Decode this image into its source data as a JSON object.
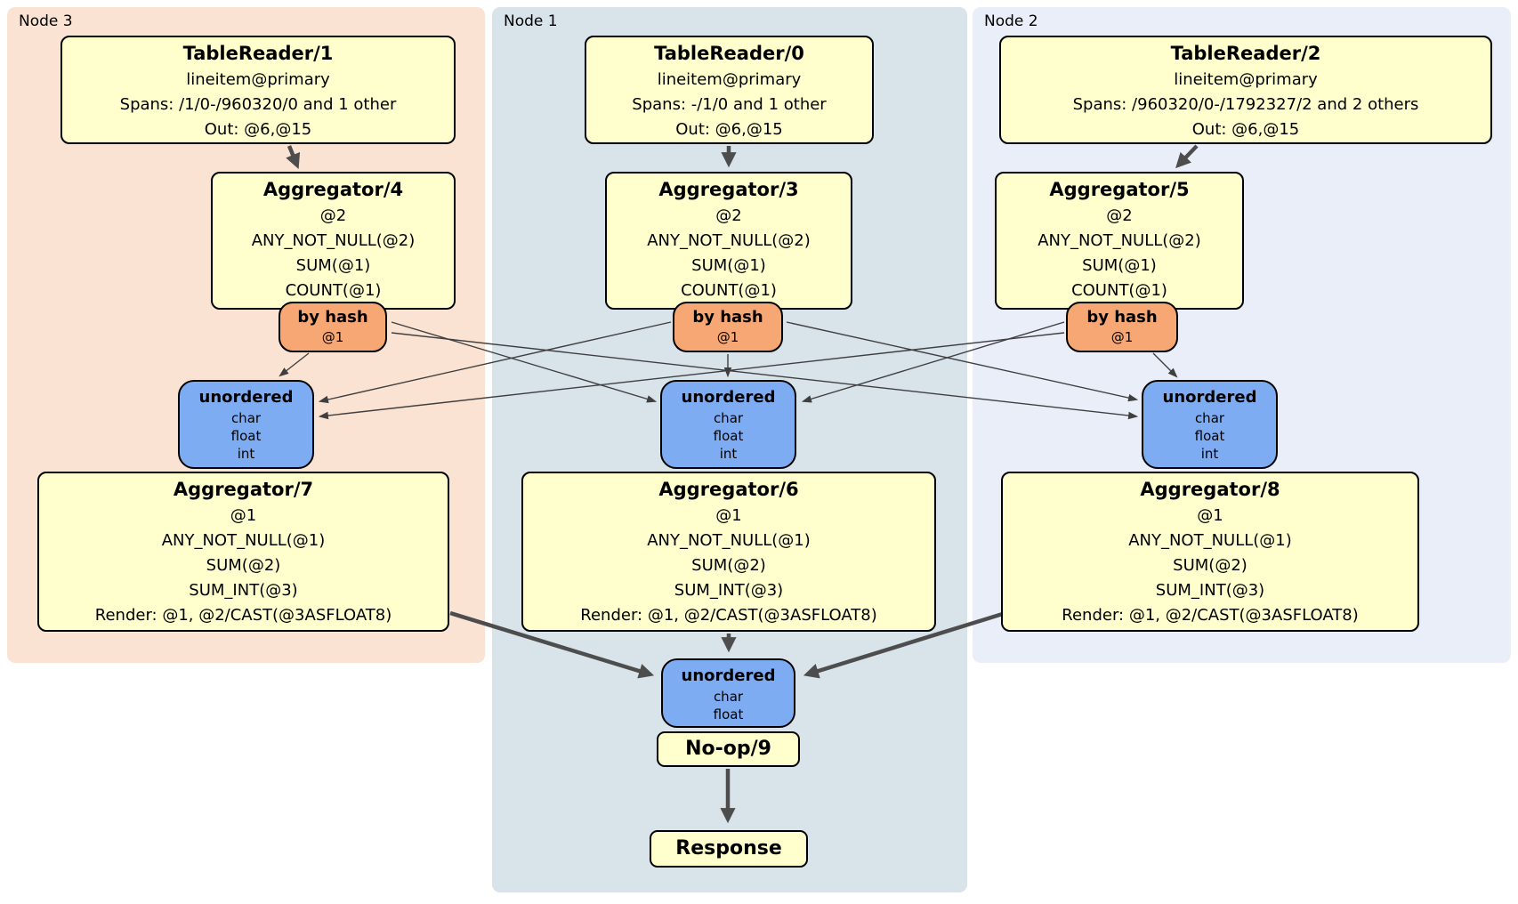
{
  "colors": {
    "node3_bg": "#fbe3d3",
    "node1_bg": "#d8e3ea",
    "node2_bg": "#eaeef9",
    "processor_box": "#ffffce",
    "router_box": "#f7a774",
    "sync_box": "#7eacf2",
    "edge": "#4d4d4d"
  },
  "regions": {
    "node3": {
      "label": "Node 3"
    },
    "node1": {
      "label": "Node 1"
    },
    "node2": {
      "label": "Node 2"
    }
  },
  "boxes": {
    "tr1": {
      "title": "TableReader/1",
      "lines": [
        "lineitem@primary",
        "Spans: /1/0-/960320/0 and 1 other",
        "Out: @6,@15"
      ]
    },
    "tr0": {
      "title": "TableReader/0",
      "lines": [
        "lineitem@primary",
        "Spans: -/1/0 and 1 other",
        "Out: @6,@15"
      ]
    },
    "tr2": {
      "title": "TableReader/2",
      "lines": [
        "lineitem@primary",
        "Spans: /960320/0-/1792327/2 and 2 others",
        "Out: @6,@15"
      ]
    },
    "agg4": {
      "title": "Aggregator/4",
      "lines": [
        "@2",
        "ANY_NOT_NULL(@2)",
        "SUM(@1)",
        "COUNT(@1)"
      ]
    },
    "agg3": {
      "title": "Aggregator/3",
      "lines": [
        "@2",
        "ANY_NOT_NULL(@2)",
        "SUM(@1)",
        "COUNT(@1)"
      ]
    },
    "agg5": {
      "title": "Aggregator/5",
      "lines": [
        "@2",
        "ANY_NOT_NULL(@2)",
        "SUM(@1)",
        "COUNT(@1)"
      ]
    },
    "byhash3": {
      "title": "by hash",
      "lines": [
        "@1"
      ]
    },
    "byhash1": {
      "title": "by hash",
      "lines": [
        "@1"
      ]
    },
    "byhash2": {
      "title": "by hash",
      "lines": [
        "@1"
      ]
    },
    "un3": {
      "title": "unordered",
      "lines": [
        "char",
        "float",
        "int"
      ]
    },
    "un1": {
      "title": "unordered",
      "lines": [
        "char",
        "float",
        "int"
      ]
    },
    "un2": {
      "title": "unordered",
      "lines": [
        "char",
        "float",
        "int"
      ]
    },
    "agg7": {
      "title": "Aggregator/7",
      "lines": [
        "@1",
        "ANY_NOT_NULL(@1)",
        "SUM(@2)",
        "SUM_INT(@3)",
        "Render: @1, @2/CAST(@3ASFLOAT8)"
      ]
    },
    "agg6": {
      "title": "Aggregator/6",
      "lines": [
        "@1",
        "ANY_NOT_NULL(@1)",
        "SUM(@2)",
        "SUM_INT(@3)",
        "Render: @1, @2/CAST(@3ASFLOAT8)"
      ]
    },
    "agg8": {
      "title": "Aggregator/8",
      "lines": [
        "@1",
        "ANY_NOT_NULL(@1)",
        "SUM(@2)",
        "SUM_INT(@3)",
        "Render: @1, @2/CAST(@3ASFLOAT8)"
      ]
    },
    "unfinal": {
      "title": "unordered",
      "lines": [
        "char",
        "float"
      ]
    },
    "noop": {
      "title": "No-op/9"
    },
    "response": {
      "title": "Response"
    }
  }
}
